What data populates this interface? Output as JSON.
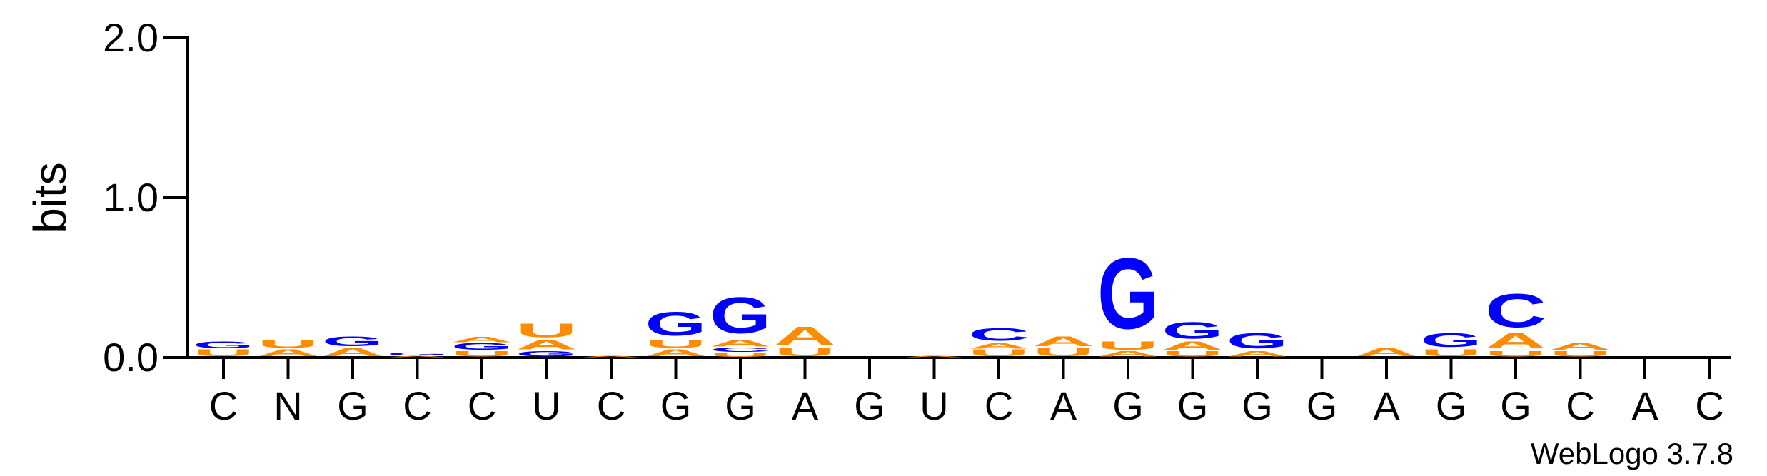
{
  "chart_data": {
    "type": "sequence-logo",
    "ylabel": "bits",
    "ylim": [
      0,
      2.0
    ],
    "yticks": [
      "0.0",
      "1.0",
      "2.0"
    ],
    "colors": {
      "A": "#ff8c00",
      "U": "#ff8c00",
      "G": "#0000ff",
      "C": "#0000ff"
    },
    "consensus": [
      "C",
      "N",
      "G",
      "C",
      "C",
      "U",
      "C",
      "G",
      "G",
      "A",
      "G",
      "U",
      "C",
      "A",
      "G",
      "G",
      "G",
      "G",
      "A",
      "G",
      "G",
      "C",
      "A",
      "C"
    ],
    "stacks": [
      [
        [
          "U",
          0.05
        ],
        [
          "G",
          0.05
        ]
      ],
      [
        [
          "A",
          0.05
        ],
        [
          "U",
          0.06
        ]
      ],
      [
        [
          "A",
          0.06
        ],
        [
          "G",
          0.07
        ]
      ],
      [
        [
          "A",
          0.01
        ],
        [
          "G",
          0.02
        ]
      ],
      [
        [
          "U",
          0.04
        ],
        [
          "G",
          0.05
        ],
        [
          "A",
          0.04
        ]
      ],
      [
        [
          "G",
          0.04
        ],
        [
          "A",
          0.07
        ],
        [
          "U",
          0.1
        ]
      ],
      [
        [
          "A",
          0.01
        ]
      ],
      [
        [
          "A",
          0.05
        ],
        [
          "U",
          0.06
        ],
        [
          "G",
          0.17
        ]
      ],
      [
        [
          "U",
          0.03
        ],
        [
          "C",
          0.03
        ],
        [
          "A",
          0.05
        ],
        [
          "G",
          0.26
        ]
      ],
      [
        [
          "U",
          0.06
        ],
        [
          "A",
          0.13
        ]
      ],
      [],
      [
        [
          "A",
          0.01
        ]
      ],
      [
        [
          "U",
          0.05
        ],
        [
          "A",
          0.04
        ],
        [
          "C",
          0.09
        ]
      ],
      [
        [
          "U",
          0.06
        ],
        [
          "A",
          0.07
        ]
      ],
      [
        [
          "A",
          0.04
        ],
        [
          "U",
          0.06
        ],
        [
          "G",
          0.51
        ]
      ],
      [
        [
          "U",
          0.04
        ],
        [
          "A",
          0.06
        ],
        [
          "G",
          0.12
        ]
      ],
      [
        [
          "A",
          0.04
        ],
        [
          "G",
          0.11
        ]
      ],
      [],
      [
        [
          "A",
          0.06
        ]
      ],
      [
        [
          "U",
          0.05
        ],
        [
          "G",
          0.1
        ]
      ],
      [
        [
          "U",
          0.04
        ],
        [
          "A",
          0.11
        ],
        [
          "C",
          0.24
        ]
      ],
      [
        [
          "U",
          0.04
        ],
        [
          "A",
          0.05
        ]
      ],
      [],
      []
    ],
    "credit": "WebLogo 3.7.8"
  }
}
